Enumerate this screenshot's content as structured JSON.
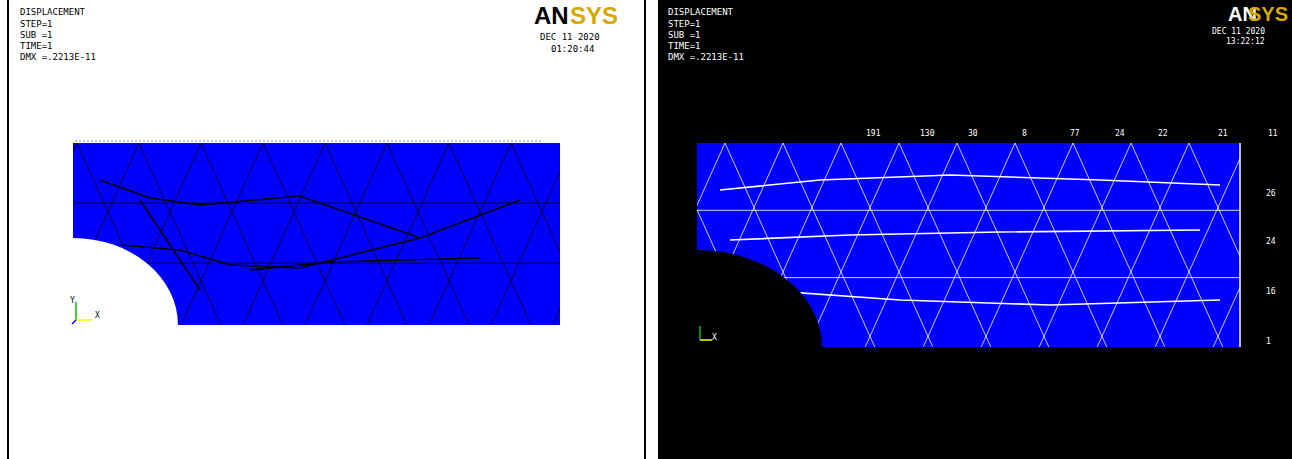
{
  "diagram": {
    "labels": [
      "DISPLACEMENT",
      "STEP=1",
      "SUB =1",
      "TIME=1",
      "DMX =.2213E-11",
      "AN",
      "SYS",
      "DEC 11 2020",
      "01:20:44",
      "Y",
      "X",
      "DISPLACEMENT",
      "STEP=1",
      "SUB =1",
      "TIME=1",
      "DMX =.2213E-11",
      "AN",
      "SYS",
      "DEC 11 2020",
      "13:22:12",
      "191",
      "130",
      "30",
      "8",
      "77",
      "24",
      "22",
      "21",
      "11",
      "26",
      "24",
      "16",
      "1",
      "X"
    ]
  }
}
